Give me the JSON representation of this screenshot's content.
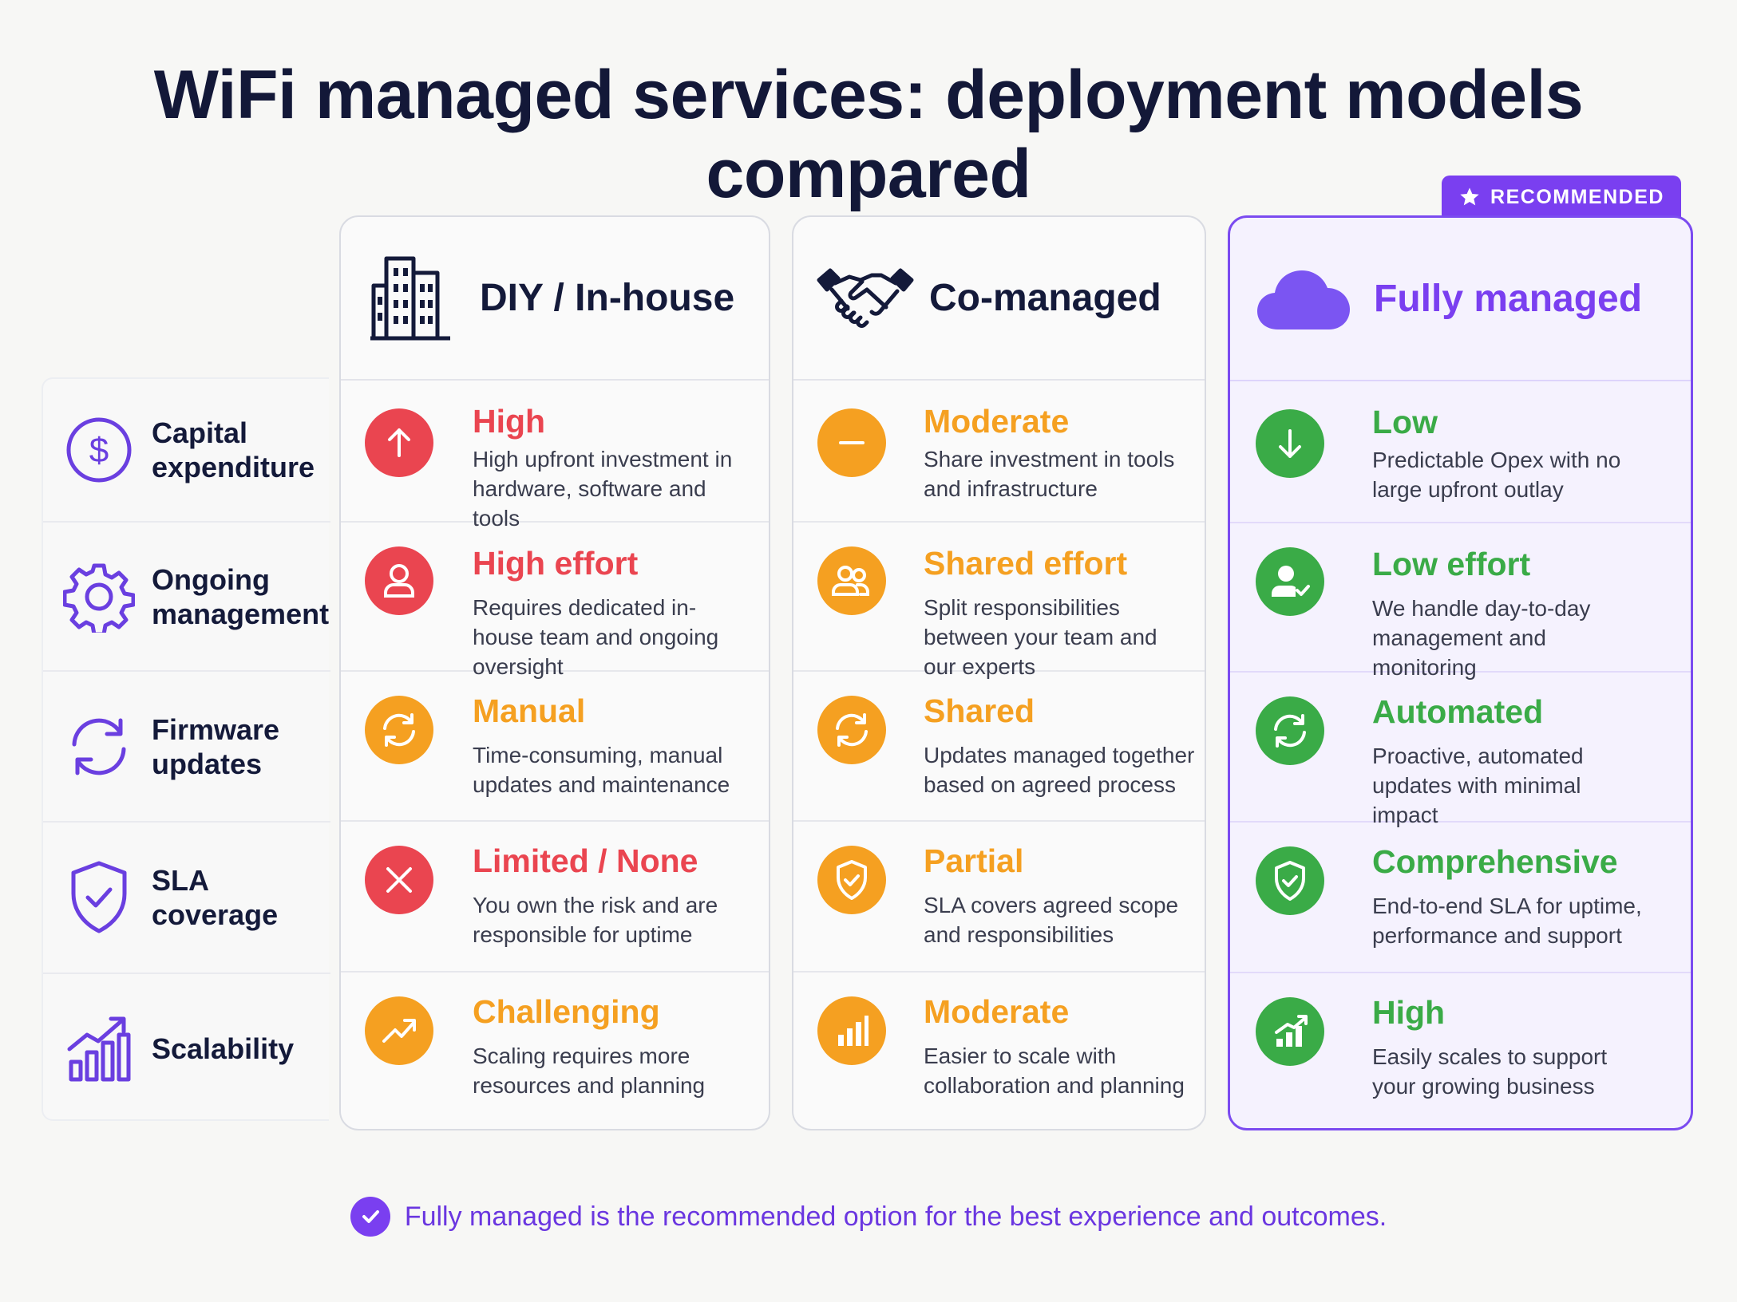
{
  "title": "WiFi managed services: deployment models compared",
  "badge": "RECOMMENDED",
  "footer": "Fully managed is the recommended option for the best experience and outcomes.",
  "colors": {
    "red": "#ea4550",
    "orange": "#f5a021",
    "green": "#3aab47",
    "purple": "#7a3ff0",
    "navy": "#141a3a"
  },
  "criteria": [
    {
      "label": "Capital expenditure",
      "icon": "dollar-circle-icon"
    },
    {
      "label": "Ongoing management",
      "icon": "gear-icon"
    },
    {
      "label": "Firmware updates",
      "icon": "refresh-icon"
    },
    {
      "label": "SLA coverage",
      "icon": "shield-check-icon"
    },
    {
      "label": "Scalability",
      "icon": "growth-chart-icon"
    }
  ],
  "options": [
    {
      "name": "DIY / In-house",
      "icon": "building-icon",
      "cells": [
        {
          "rating": "High",
          "desc": "High upfront investment in hardware, software and tools",
          "color": "#ea4550",
          "icon": "arrow-up-icon"
        },
        {
          "rating": "High effort",
          "desc": "Requires dedicated in-house team and ongoing oversight",
          "color": "#ea4550",
          "icon": "person-icon"
        },
        {
          "rating": "Manual",
          "desc": "Time-consuming, manual updates and maintenance",
          "color": "#f5a021",
          "icon": "refresh-icon"
        },
        {
          "rating": "Limited / None",
          "desc": "You own the risk and are responsible for uptime",
          "color": "#ea4550",
          "icon": "x-icon"
        },
        {
          "rating": "Challenging",
          "desc": "Scaling requires more resources and planning",
          "color": "#f5a021",
          "icon": "trend-up-icon"
        }
      ]
    },
    {
      "name": "Co-managed",
      "icon": "handshake-icon",
      "cells": [
        {
          "rating": "Moderate",
          "desc": "Share investment in tools and infrastructure",
          "color": "#f5a021",
          "icon": "minus-icon"
        },
        {
          "rating": "Shared effort",
          "desc": "Split responsibilities between your team and our experts",
          "color": "#f5a021",
          "icon": "people-icon"
        },
        {
          "rating": "Shared",
          "desc": "Updates managed together based on agreed process",
          "color": "#f5a021",
          "icon": "refresh-icon"
        },
        {
          "rating": "Partial",
          "desc": "SLA covers agreed scope and responsibilities",
          "color": "#f5a021",
          "icon": "shield-check-icon"
        },
        {
          "rating": "Moderate",
          "desc": "Easier to scale with collaboration and planning",
          "color": "#f5a021",
          "icon": "bar-chart-icon"
        }
      ]
    },
    {
      "name": "Fully managed",
      "icon": "cloud-icon",
      "cells": [
        {
          "rating": "Low",
          "desc": "Predictable Opex with no large upfront outlay",
          "color": "#3aab47",
          "icon": "arrow-down-icon"
        },
        {
          "rating": "Low effort",
          "desc": "We handle day-to-day management and monitoring",
          "color": "#3aab47",
          "icon": "person-check-icon"
        },
        {
          "rating": "Automated",
          "desc": "Proactive, automated updates with minimal impact",
          "color": "#3aab47",
          "icon": "refresh-icon"
        },
        {
          "rating": "Comprehensive",
          "desc": "End-to-end SLA for uptime, performance and support",
          "color": "#3aab47",
          "icon": "shield-check-icon"
        },
        {
          "rating": "High",
          "desc": "Easily scales to support your growing business",
          "color": "#3aab47",
          "icon": "bar-growth-icon"
        }
      ]
    }
  ]
}
